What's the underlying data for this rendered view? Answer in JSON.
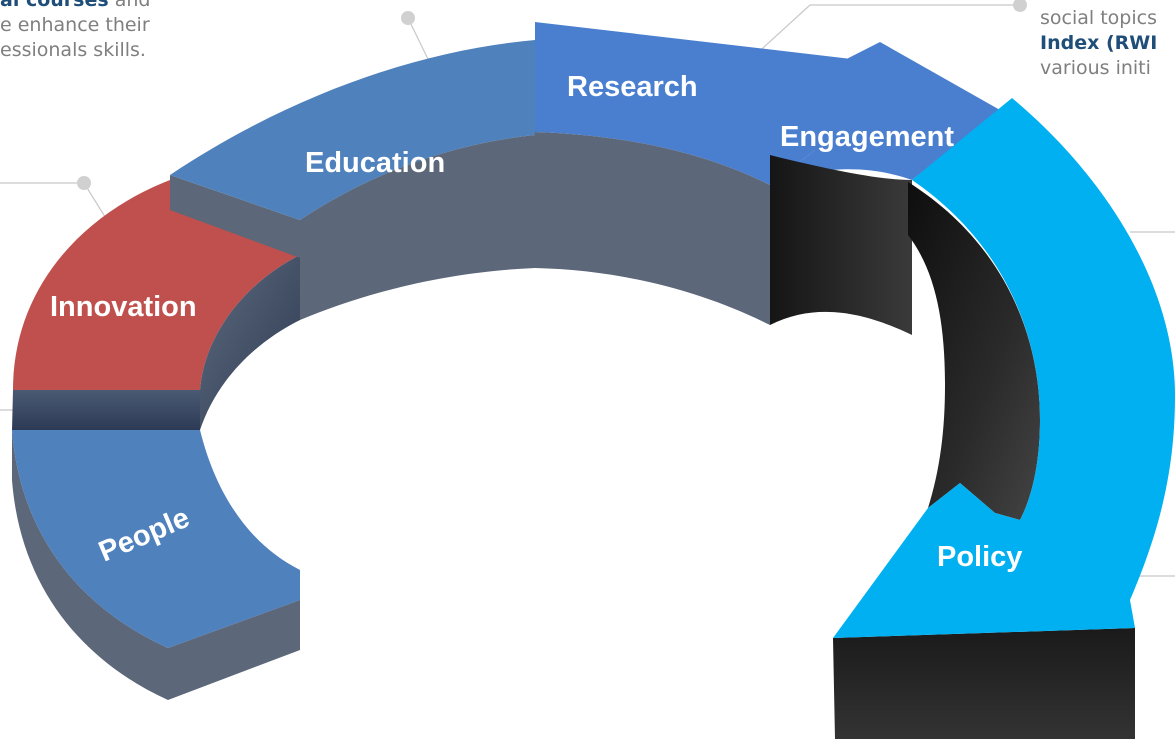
{
  "segments": {
    "people": "People",
    "innovation": "Innovation",
    "education": "Education",
    "research": "Research",
    "engagement": "Engagement",
    "policy": "Policy"
  },
  "notes": {
    "left_line1_bold": "al courses",
    "left_line1_rest": " and",
    "left_line2": "e enhance their",
    "left_line3": "essionals skills.",
    "right_line1": "social topics",
    "right_line2_bold": "Index (RWI",
    "right_line3": "various initi"
  },
  "colors": {
    "blue": "#4f81bd",
    "red": "#c0504d",
    "gray_side": "#5d6778",
    "dark": "#1c1c1c",
    "cyan": "#00b0f0",
    "research_blue": "#4a7fd0"
  }
}
